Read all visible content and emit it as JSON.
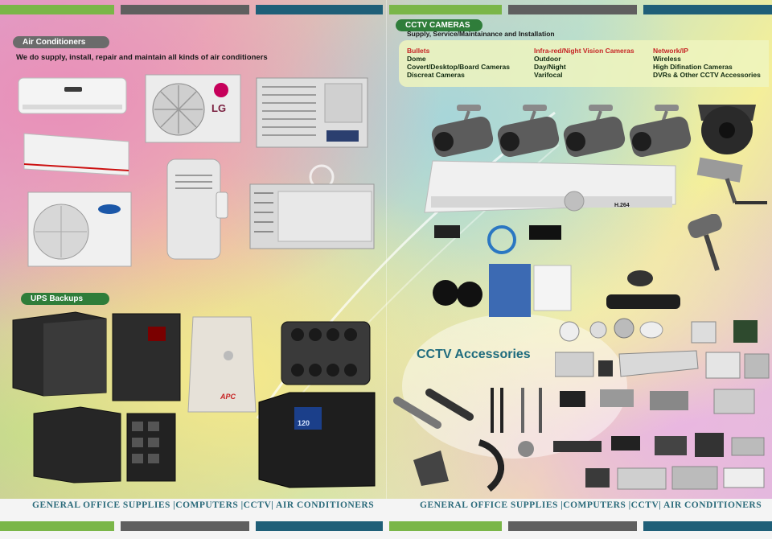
{
  "left": {
    "ac_section": {
      "heading": "Air Conditioners",
      "tagline": "We do supply, install, repair and maintain all kinds of air conditioners",
      "brand_lg": "LG"
    },
    "ups_section": {
      "heading": "UPS Backups",
      "brand_apc": "APC",
      "display_value": "120"
    }
  },
  "right": {
    "cctv_section": {
      "heading": "CCTV CAMERAS",
      "subheading": "Supply, Service/Maintainance and Installation",
      "columns": [
        {
          "title": "Bullets",
          "items": [
            "Dome",
            "Covert/Desktop/Board Cameras",
            "Discreat Cameras"
          ]
        },
        {
          "title": "Infra-red/Night Vision Cameras",
          "items": [
            "Outdoor",
            "Day/Night",
            "Varifocal"
          ]
        },
        {
          "title": "Network/IP",
          "items": [
            "Wireless",
            "High Difination Cameras",
            "DVRs & Other CCTV Accessories"
          ]
        }
      ],
      "dvr_label": "H.264"
    },
    "accessories_heading": "CCTV  Accessories"
  },
  "footer": {
    "left": "GENERAL OFFICE SUPPLIES |COMPUTERS |CCTV| AIR CONDITIONERS",
    "right": "GENERAL OFFICE SUPPLIES |COMPUTERS |CCTV| AIR CONDITIONERS"
  },
  "colors": {
    "bar_green": "#7ab648",
    "bar_gray": "#5f5f5f",
    "bar_teal": "#1f5f78",
    "pill_gray": "#6b6b6b",
    "pill_green": "#2f7d3a",
    "heading_teal": "#1e6b7d"
  }
}
